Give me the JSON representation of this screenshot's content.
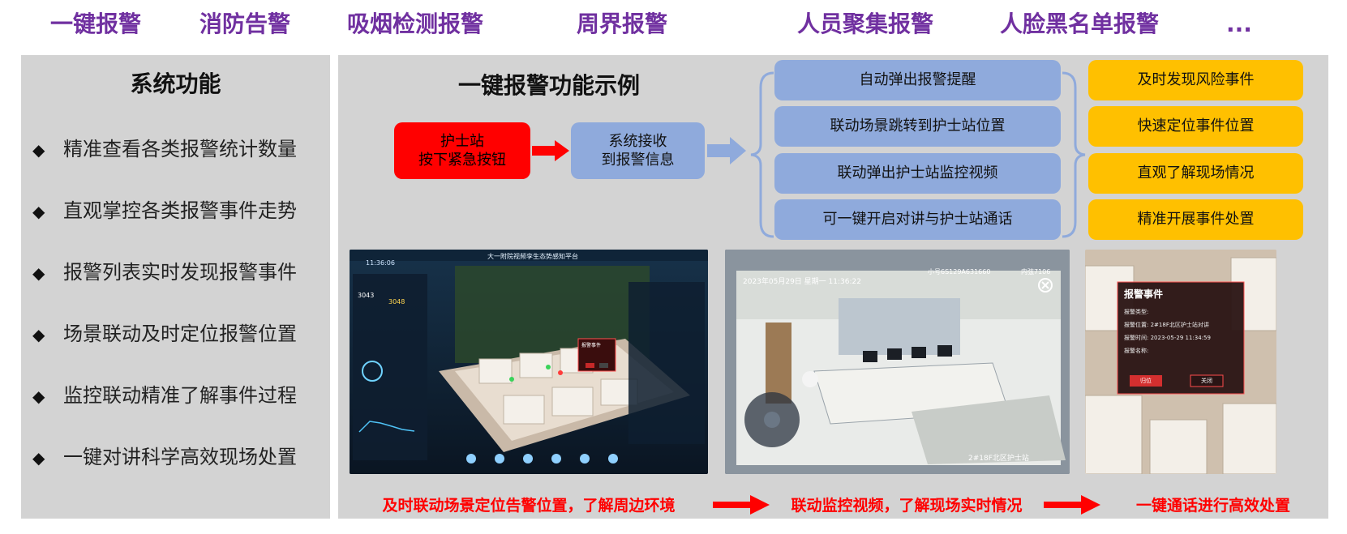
{
  "top_tabs": [
    "一键报警",
    "消防告警",
    "吸烟检测报警",
    "周界报警",
    "人员聚集报警",
    "人脸黑名单报警",
    "..."
  ],
  "left_panel": {
    "title": "系统功能",
    "bullet": "◆",
    "features": [
      "精准查看各类报警统计数量",
      "直观掌控各类报警事件走势",
      "报警列表实时发现报警事件",
      "场景联动及时定位报警位置",
      "监控联动精准了解事件过程",
      "一键对讲科学高效现场处置"
    ]
  },
  "example": {
    "title": "一键报警功能示例",
    "trigger": {
      "line1": "护士站",
      "line2": "按下紧急按钮"
    },
    "receive": {
      "line1": "系统接收",
      "line2": "到报警信息"
    },
    "steps": [
      "自动弹出报警提醒",
      "联动场景跳转到护士站位置",
      "联动弹出护士站监控视频",
      "可一键开启对讲与护士站通话"
    ],
    "benefits": [
      "及时发现风险事件",
      "快速定位事件位置",
      "直观了解现场情况",
      "精准开展事件处置"
    ]
  },
  "screenshots": {
    "dashboard": {
      "time": "11:36:06",
      "title": "大一附院视频孪生态势感知平台",
      "count_total": "3043",
      "count_today": "3048",
      "popup_title": "报警事件"
    },
    "camera": {
      "timestamp": "2023年05月29日 星期一 11:36:22",
      "cam_id": "小号6S129A631660",
      "tag": "内弦7106",
      "location": "2#18F北区护士站"
    },
    "alarm_popup": {
      "title": "报警事件",
      "type_label": "报警类型:",
      "position_label": "报警位置:",
      "position_value": "2#18F北区护士站对讲",
      "time_label": "报警时间:",
      "time_value": "2023-05-29 11:34:59",
      "name_label": "报警名称:",
      "btn_locate": "归位",
      "btn_close": "关闭"
    }
  },
  "captions": [
    "及时联动场景定位告警位置，了解周边环境",
    "联动监控视频，了解现场实时情况",
    "一键通话进行高效处置"
  ],
  "colors": {
    "tab_purple": "#7030a0",
    "panel_gray": "#d3d3d3",
    "step_blue": "#8faadc",
    "benefit_gold": "#ffc000",
    "alert_red": "#ff0000"
  }
}
